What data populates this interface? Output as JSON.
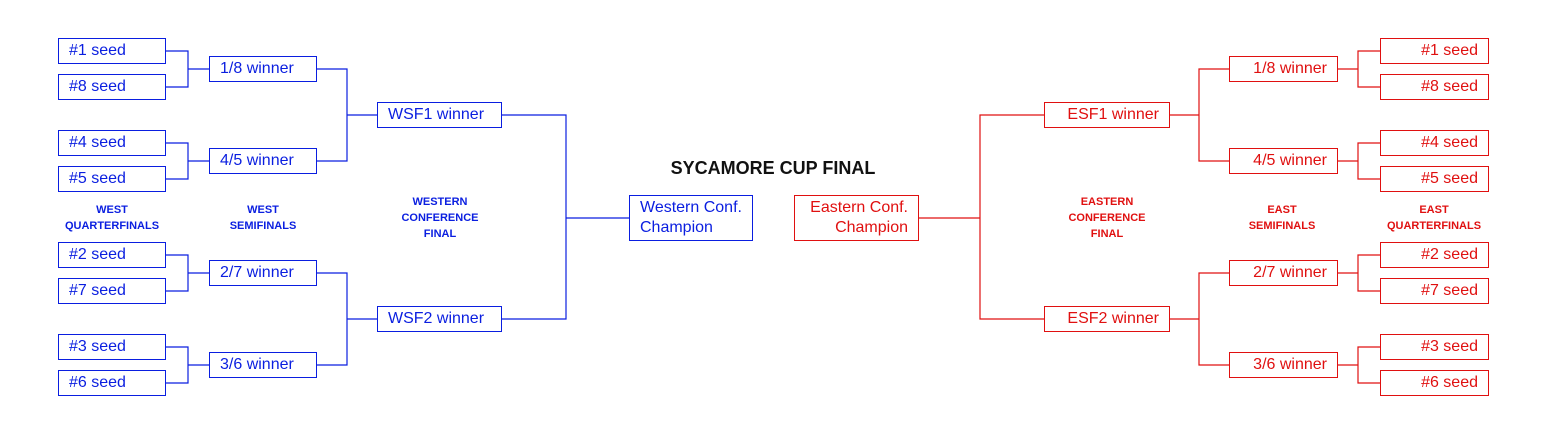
{
  "title": "SYCAMORE CUP FINAL",
  "colors": {
    "west": "#0a1ee0",
    "east": "#e01010"
  },
  "west": {
    "qf_label": "WEST\nQUARTERFINALS",
    "sf_label": "WEST\nSEMIFINALS",
    "cf_label": "WESTERN\nCONFERENCE\nFINAL",
    "seeds": [
      "#1 seed",
      "#8 seed",
      "#4 seed",
      "#5 seed",
      "#2 seed",
      "#7 seed",
      "#3 seed",
      "#6 seed"
    ],
    "qf_winners": [
      "1/8 winner",
      "4/5 winner",
      "2/7 winner",
      "3/6 winner"
    ],
    "sf_winners": [
      "WSF1 winner",
      "WSF2 winner"
    ],
    "champion": [
      "Western Conf.",
      "Champion"
    ]
  },
  "east": {
    "qf_label": "EAST\nQUARTERFINALS",
    "sf_label": "EAST\nSEMIFINALS",
    "cf_label": "EASTERN\nCONFERENCE\nFINAL",
    "seeds": [
      "#1 seed",
      "#8 seed",
      "#4 seed",
      "#5 seed",
      "#2 seed",
      "#7 seed",
      "#3 seed",
      "#6 seed"
    ],
    "qf_winners": [
      "1/8 winner",
      "4/5 winner",
      "2/7 winner",
      "3/6 winner"
    ],
    "sf_winners": [
      "ESF1 winner",
      "ESF2 winner"
    ],
    "champion": [
      "Eastern Conf.",
      "Champion"
    ]
  }
}
